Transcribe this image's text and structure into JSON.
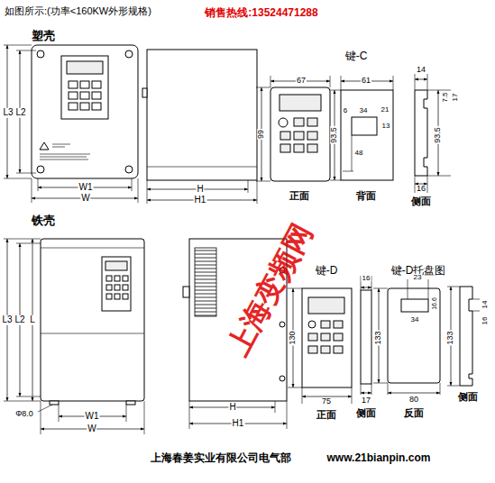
{
  "diagram": {
    "title": "如图所示:(功率<160KW外形规格)",
    "labels": [
      "销售热线:13524471288",
      "塑壳",
      "L3 L2",
      "W1",
      "W",
      "H",
      "H1",
      "键-C",
      "67",
      "61",
      "14",
      "99",
      "6",
      "34",
      "21",
      "13",
      "93.5",
      "48",
      "7.5",
      "17",
      "93.5",
      "16",
      "正面",
      "背面",
      "侧面",
      "铁壳",
      "L3 L2",
      "L",
      "Φ8.0",
      "W1",
      "W",
      "H",
      "H1",
      "键-D",
      "键-D托盘图",
      "23",
      "16",
      "130",
      "16.6",
      "34",
      "14",
      "16",
      "133",
      "133",
      "75",
      "17",
      "80",
      "正面",
      "侧面",
      "反面",
      "侧面",
      "上海变频网",
      "上海春姜实业有限公司电气部",
      "www.21bianpin.com"
    ]
  }
}
